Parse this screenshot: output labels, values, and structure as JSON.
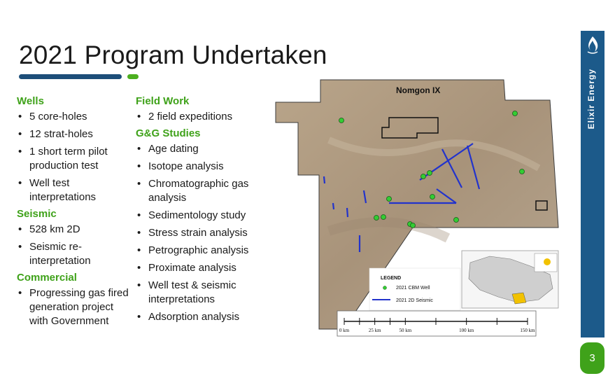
{
  "title": "2021 Program Undertaken",
  "colors": {
    "accent_blue": "#1d4e79",
    "accent_green": "#3fa21a",
    "sidebar": "#1c5a8a",
    "seismic": "#2233cc",
    "well": "#33cc33"
  },
  "left": {
    "wells": {
      "heading": "Wells",
      "items": [
        "5 core-holes",
        "12 strat-holes",
        "1 short term pilot production test",
        "Well test interpretations"
      ]
    },
    "seismic": {
      "heading": "Seismic",
      "items": [
        "528 km 2D",
        "Seismic re-interpretation"
      ]
    },
    "commercial": {
      "heading": "Commercial",
      "items": [
        "Progressing gas fired generation project with Government"
      ]
    }
  },
  "middle": {
    "field_work": {
      "heading": "Field Work",
      "items": [
        "2 field expeditions"
      ]
    },
    "gg": {
      "heading": "G&G Studies",
      "items": [
        "Age dating",
        "Isotope analysis",
        "Chromatographic gas analysis",
        "Sedimentology study",
        "Stress strain analysis",
        "Petrographic analysis",
        "Proximate analysis",
        "Well test & seismic interpretations",
        "Adsorption analysis"
      ]
    }
  },
  "map": {
    "block_label": "Nomgon IX",
    "legend_title": "LEGEND",
    "legend_well": "2021 CBM Well",
    "legend_seismic": "2021 2D Seismic",
    "scale_labels": [
      "0 km",
      "25 km",
      "50 km",
      "100 km",
      "150 km"
    ],
    "scale_values": [
      0,
      25,
      50,
      100,
      150
    ]
  },
  "brand": "Elixir Energy",
  "page_number": "3"
}
